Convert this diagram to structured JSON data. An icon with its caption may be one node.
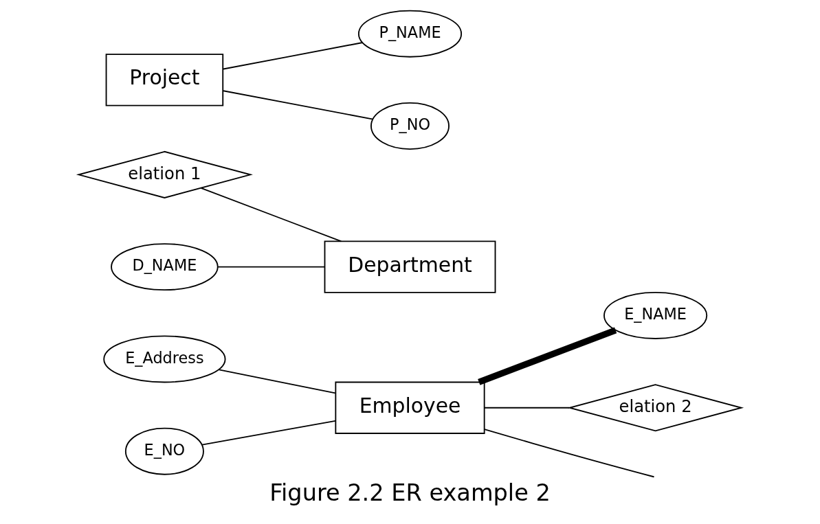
{
  "diagram": {
    "caption": "Figure 2.2 ER example 2",
    "nodes": [
      {
        "text": [
          "Employee"
        ]
      },
      {
        "text": [
          "E_Address"
        ]
      },
      {
        "text": [
          "E_NO"
        ]
      },
      {
        "text": [
          "E_NAME"
        ]
      },
      {
        "text": [
          "elation 1"
        ]
      },
      {
        "text": [
          "Department"
        ]
      },
      {
        "text": [
          "D_NAME"
        ]
      },
      {
        "text": [
          "elation 2"
        ]
      },
      {
        "text": [
          "Project"
        ]
      },
      {
        "text": [
          "P_NAME"
        ]
      },
      {
        "text": [
          "P_NO"
        ]
      }
    ],
    "edges": [
      {
        "from": 1,
        "to": 0,
        "arrow": "none"
      },
      {
        "from": 2,
        "to": 0,
        "arrow": "none"
      },
      {
        "from": 0,
        "to": 3,
        "arrow": "none",
        "style": "thick"
      },
      {
        "from": 0,
        "to": null,
        "arrow": "none"
      },
      {
        "from": 4,
        "to": 5,
        "arrow": "none"
      },
      {
        "from": 6,
        "to": 5,
        "arrow": "none"
      },
      {
        "from": 0,
        "to": 7,
        "arrow": "none"
      },
      {
        "from": 8,
        "to": 9,
        "arrow": "none"
      },
      {
        "from": 8,
        "to": 10,
        "arrow": "none"
      }
    ]
  }
}
